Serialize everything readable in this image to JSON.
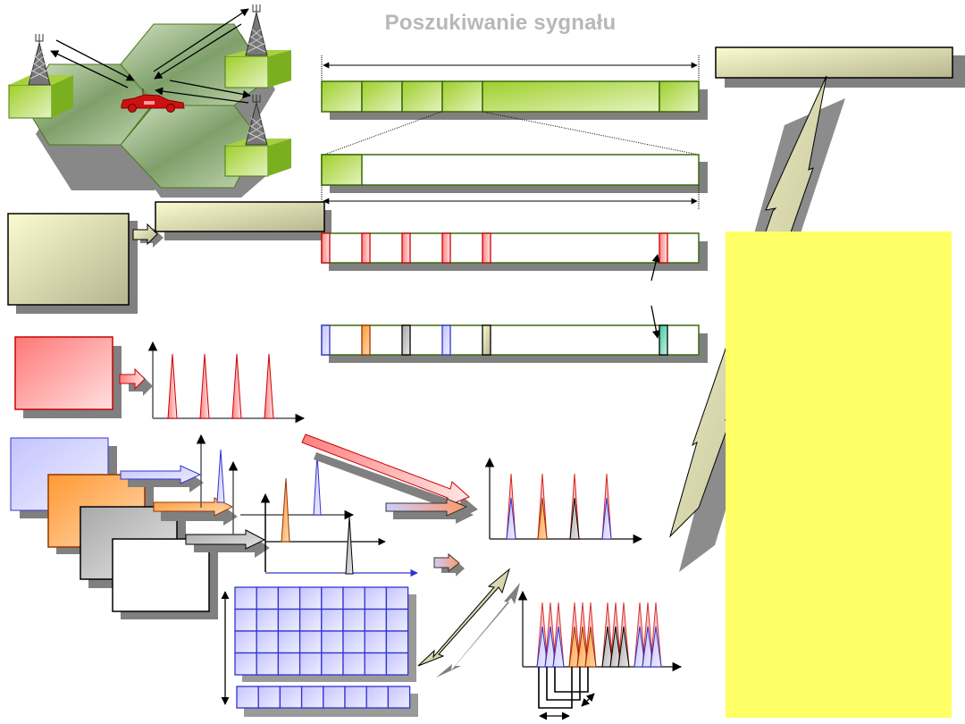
{
  "title": "Poszukiwanie sygnału",
  "colors": {
    "green_dark": "#3a6b0a",
    "green_light": "#dcefb0",
    "green_mid": "#9fcf2a",
    "khaki_light": "#fbfbd0",
    "khaki_dark": "#b6b58e",
    "red": "#cc0000",
    "red_fill": "#ff8080",
    "blue": "#3333cc",
    "blue_fill": "#ccccff",
    "orange": "#993300",
    "orange_fill": "#ff9933",
    "gray_fill": "#b0b0b0",
    "teal_fill": "#4ccfa5",
    "highlight_yellow": "#ffff66",
    "shadow": "#808080",
    "title_gray": "#b8b8b8"
  },
  "scene": {
    "cell_map": {
      "towers": 3,
      "vehicle": "car",
      "radio_links": 3
    },
    "frame_bar": {
      "segments": 6,
      "zoomed_segment_index": 3
    },
    "slot_bar": {
      "segments": 2
    },
    "pulse_bar_red": {
      "markers": 6
    },
    "pulse_bar_mixed": {
      "markers": [
        "blue",
        "orange",
        "gray",
        "blue",
        "khaki",
        "teal"
      ]
    },
    "code_layers": [
      "blue",
      "orange",
      "gray",
      "white"
    ],
    "spectrum_single": {
      "peaks": 4,
      "color": "red"
    },
    "spectrum_combined": {
      "peaks": [
        "blue",
        "orange",
        "gray",
        "blue"
      ]
    },
    "spectrum_expanded": {
      "groups": [
        "blue",
        "orange",
        "gray",
        "blue"
      ],
      "peaks_per_group": 3
    },
    "grid_matrix": {
      "rows": 4,
      "cols": 8,
      "vector_cols": 8
    }
  }
}
